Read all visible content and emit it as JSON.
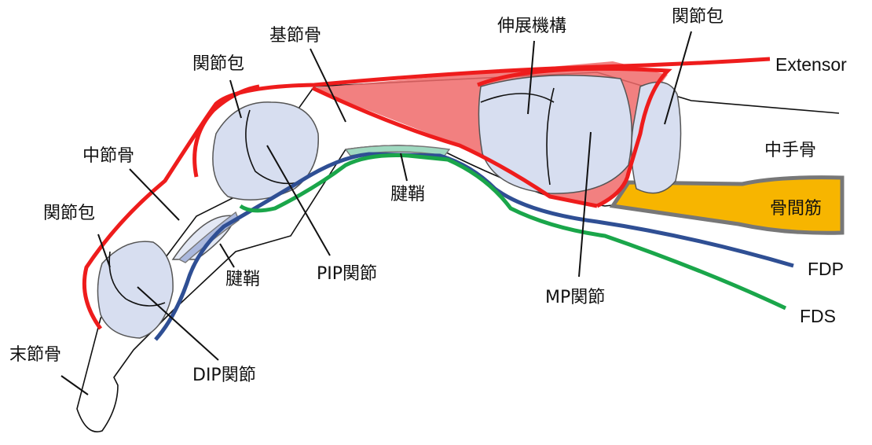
{
  "colors": {
    "extensor": "#ee1c1c",
    "extensor_fill": "#f06a6a",
    "fds": "#1aa64a",
    "fdp": "#2f4f94",
    "interosseous": "#f7b500",
    "bone_fill": "#d7def0",
    "sheath_fill": "#9fd9c0"
  },
  "labels": {
    "distal_phalanx": "末節骨",
    "dip_capsule": "関節包",
    "middle_phalanx": "中節骨",
    "pip_capsule": "関節包",
    "proximal_phalanx": "基節骨",
    "extensor_mechanism": "伸展機構",
    "mp_capsule": "関節包",
    "extensor": "Extensor",
    "metacarpal": "中手骨",
    "interosseous": "骨間筋",
    "fdp": "FDP",
    "fds": "FDS",
    "sheath_top": "腱鞘",
    "sheath_bottom": "腱鞘",
    "pip_joint": "PIP関節",
    "mp_joint": "MP関節",
    "dip_joint": "DIP関節"
  }
}
